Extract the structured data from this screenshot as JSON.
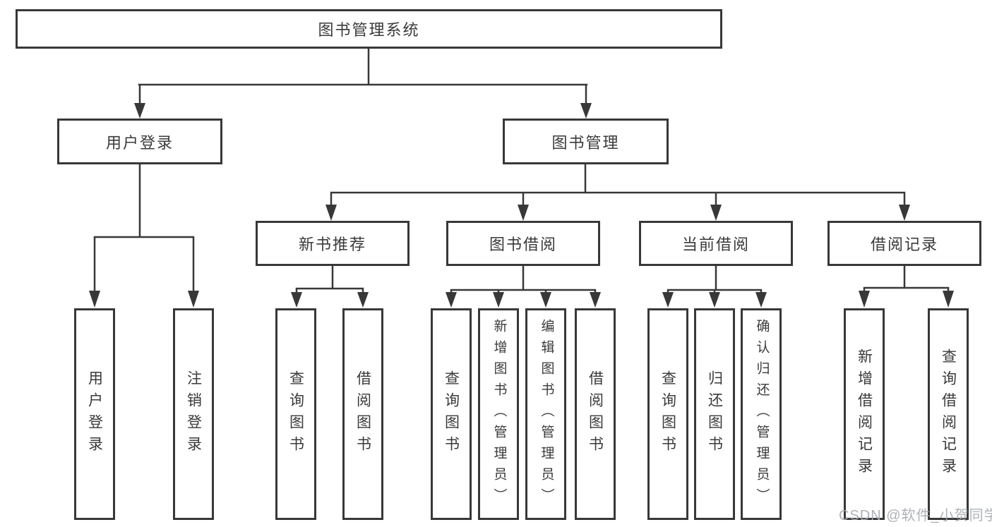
{
  "diagram": {
    "root": {
      "label": "图书管理系统"
    },
    "level2": [
      {
        "label": "用户登录"
      },
      {
        "label": "图书管理"
      }
    ],
    "level3": [
      {
        "label": "新书推荐"
      },
      {
        "label": "图书借阅"
      },
      {
        "label": "当前借阅"
      },
      {
        "label": "借阅记录"
      }
    ],
    "leaves": {
      "user_login": [
        "用户登录",
        "注销登录"
      ],
      "new_book_recommend": [
        "查询图书",
        "借阅图书"
      ],
      "book_borrow": [
        "查询图书",
        "新增图书（管理员）",
        "编辑图书（管理员）",
        "借阅图书"
      ],
      "current_borrow": [
        "查询图书",
        "归还图书",
        "确认归还（管理员）"
      ],
      "borrow_records": [
        "新增借阅记录",
        "查询借阅记录"
      ]
    }
  },
  "watermark": {
    "text": "CSDN @软件_小贺同学"
  },
  "colors": {
    "line": "#383838",
    "text": "#3a3a3a",
    "watermark": "#a4a8af",
    "background": "#ffffff"
  }
}
